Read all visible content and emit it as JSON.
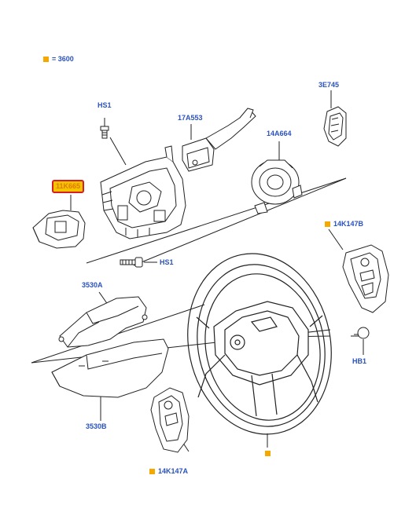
{
  "colors": {
    "label": "#2a52be",
    "marker": "#f5a800",
    "highlight_fill": "#f5c400",
    "highlight_border": "#d42020",
    "line": "#222222"
  },
  "legend": {
    "marker_icon": "square-marker-icon",
    "text": "= 3600"
  },
  "labels": {
    "hs1_top": "HS1",
    "p17a553": "17A553",
    "p3e745": "3E745",
    "p14a664": "14A664",
    "p11k665": "11K665",
    "p14k147b": "14K147B",
    "hs1_mid": "HS1",
    "p3530a": "3530A",
    "hb1": "HB1",
    "p3530b": "3530B",
    "p14k147a": "14K147A"
  }
}
